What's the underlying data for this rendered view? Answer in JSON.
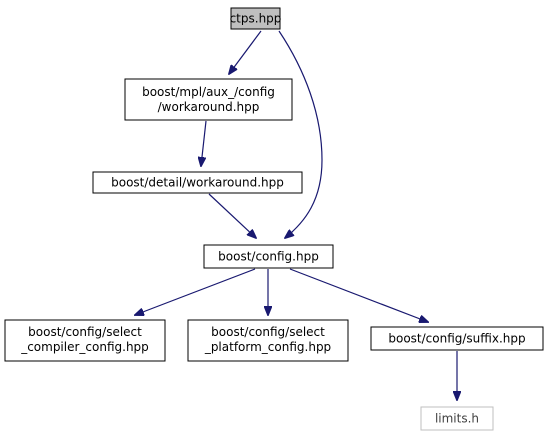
{
  "colors": {
    "edge": "#191970",
    "node_border": "#000000",
    "root_fill": "#bfbfbf",
    "node_fill": "#ffffff",
    "system_header_border": "#bfbfbf",
    "system_header_text": "#404040"
  },
  "nodes": {
    "ctps": {
      "lines": [
        "ctps.hpp"
      ],
      "kind": "root"
    },
    "workaround_mpl": {
      "lines": [
        "boost/mpl/aux_/config",
        "/workaround.hpp"
      ],
      "kind": "normal"
    },
    "workaround_detail": {
      "lines": [
        "boost/detail/workaround.hpp"
      ],
      "kind": "normal"
    },
    "config": {
      "lines": [
        "boost/config.hpp"
      ],
      "kind": "normal"
    },
    "select_compiler": {
      "lines": [
        "boost/config/select",
        "_compiler_config.hpp"
      ],
      "kind": "normal"
    },
    "select_platform": {
      "lines": [
        "boost/config/select",
        "_platform_config.hpp"
      ],
      "kind": "normal"
    },
    "suffix": {
      "lines": [
        "boost/config/suffix.hpp"
      ],
      "kind": "normal"
    },
    "limits": {
      "lines": [
        "limits.h"
      ],
      "kind": "system"
    }
  },
  "edges": [
    {
      "from": "ctps",
      "to": "workaround_mpl"
    },
    {
      "from": "ctps",
      "to": "config"
    },
    {
      "from": "workaround_mpl",
      "to": "workaround_detail"
    },
    {
      "from": "workaround_detail",
      "to": "config"
    },
    {
      "from": "config",
      "to": "select_compiler"
    },
    {
      "from": "config",
      "to": "select_platform"
    },
    {
      "from": "config",
      "to": "suffix"
    },
    {
      "from": "suffix",
      "to": "limits"
    }
  ]
}
